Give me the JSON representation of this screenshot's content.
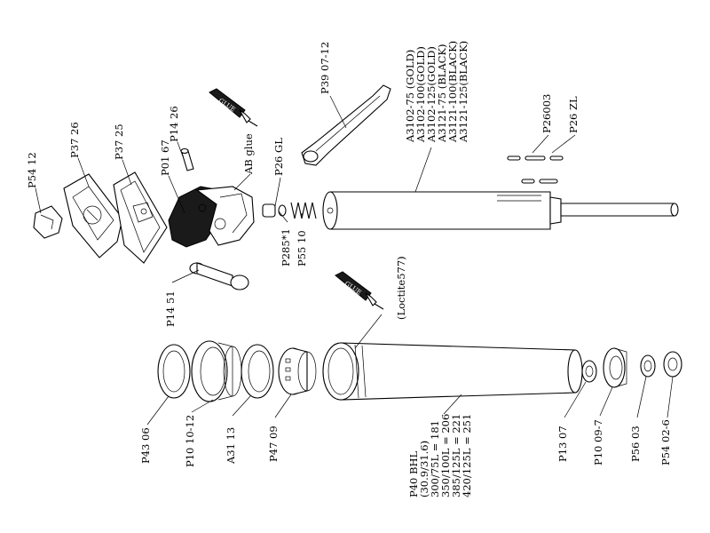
{
  "labels": {
    "p5412": "P54 12",
    "p3726": "P37 26",
    "p3725": "P37 25",
    "p0167": "P01 67",
    "p1426": "P14 26",
    "ab_glue": "AB glue",
    "p26gl": "P26 GL",
    "p285": "P285*1",
    "p5510": "P55 10",
    "p3907": "P39 07-12",
    "p26003": "P26003",
    "p26zl": "P26 ZL",
    "p1451": "P14 51",
    "loctite": "(Loctite577)",
    "p4306": "P43 06",
    "p1010": "P10 10-12",
    "a3113": "A31 13",
    "p4709": "P47 09",
    "p1307": "P13 07",
    "p1009": "P10 09-7",
    "p5603": "P56 03",
    "p5402": "P54 02-6",
    "glue_tube_text": "GLUE"
  },
  "assembly_list": [
    "A3102-75  (GOLD)",
    "A3102-100(GOLD)",
    "A3102-125(GOLD)",
    "A3121-75  (BLACK)",
    "A3121-100(BLACK)",
    "A3121-125(BLACK)"
  ],
  "tube_list": [
    "P40 BHL",
    "(30.9/31.6)",
    "300/75L = 181",
    "350/100L = 206",
    "385/125L = 221",
    "420/125L = 251"
  ]
}
